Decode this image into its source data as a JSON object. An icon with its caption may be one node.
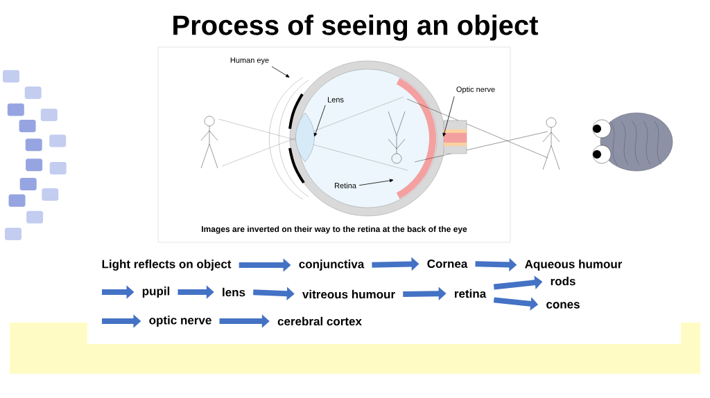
{
  "diagram": {
    "title": "Process of seeing an object",
    "nodes": [
      {
        "text": [
          "Light reflects on object"
        ]
      },
      {
        "text": [
          "conjunctiva"
        ]
      },
      {
        "text": [
          "Cornea"
        ]
      },
      {
        "text": [
          "Aqueous humour"
        ]
      },
      {
        "text": [
          "pupil"
        ]
      },
      {
        "text": [
          "lens"
        ]
      },
      {
        "text": [
          "vitreous humour"
        ]
      },
      {
        "text": [
          "retina"
        ]
      },
      {
        "text": [
          "rods"
        ]
      },
      {
        "text": [
          "cones"
        ]
      },
      {
        "text": [
          "optic nerve"
        ]
      },
      {
        "text": [
          "cerebral cortex"
        ]
      },
      {
        "text": [
          "Human eye"
        ]
      },
      {
        "text": [
          "Lens"
        ]
      },
      {
        "text": [
          "Optic nerve"
        ]
      },
      {
        "text": [
          "Retina"
        ]
      },
      {
        "text": [],
        "shape": "picture"
      },
      {
        "text": [],
        "shape": "picture"
      }
    ],
    "edges": [
      {
        "from": 0,
        "to": 1,
        "arrow": "to"
      },
      {
        "from": 1,
        "to": 2,
        "arrow": "to"
      },
      {
        "from": 2,
        "to": 3,
        "arrow": "to"
      },
      {
        "from": null,
        "to": 4,
        "arrow": "to"
      },
      {
        "from": 4,
        "to": 5,
        "arrow": "to"
      },
      {
        "from": 5,
        "to": 6,
        "arrow": "to"
      },
      {
        "from": 6,
        "to": 7,
        "arrow": "to"
      },
      {
        "from": 7,
        "to": 8,
        "arrow": "to"
      },
      {
        "from": 7,
        "to": 9,
        "arrow": "to"
      },
      {
        "from": null,
        "to": 10,
        "arrow": "to"
      },
      {
        "from": 10,
        "to": 11,
        "arrow": "to"
      },
      {
        "from": 12,
        "to": null,
        "arrow": "to",
        "color": "#000000"
      },
      {
        "from": 13,
        "to": 16,
        "arrow": "to",
        "color": "#000000"
      },
      {
        "from": 14,
        "to": 17,
        "arrow": "to",
        "color": "#000000"
      },
      {
        "from": 15,
        "to": null,
        "arrow": "to",
        "color": "#000000"
      }
    ],
    "labels": [
      "Images are inverted on their way to the retina at the back of the eye"
    ]
  }
}
